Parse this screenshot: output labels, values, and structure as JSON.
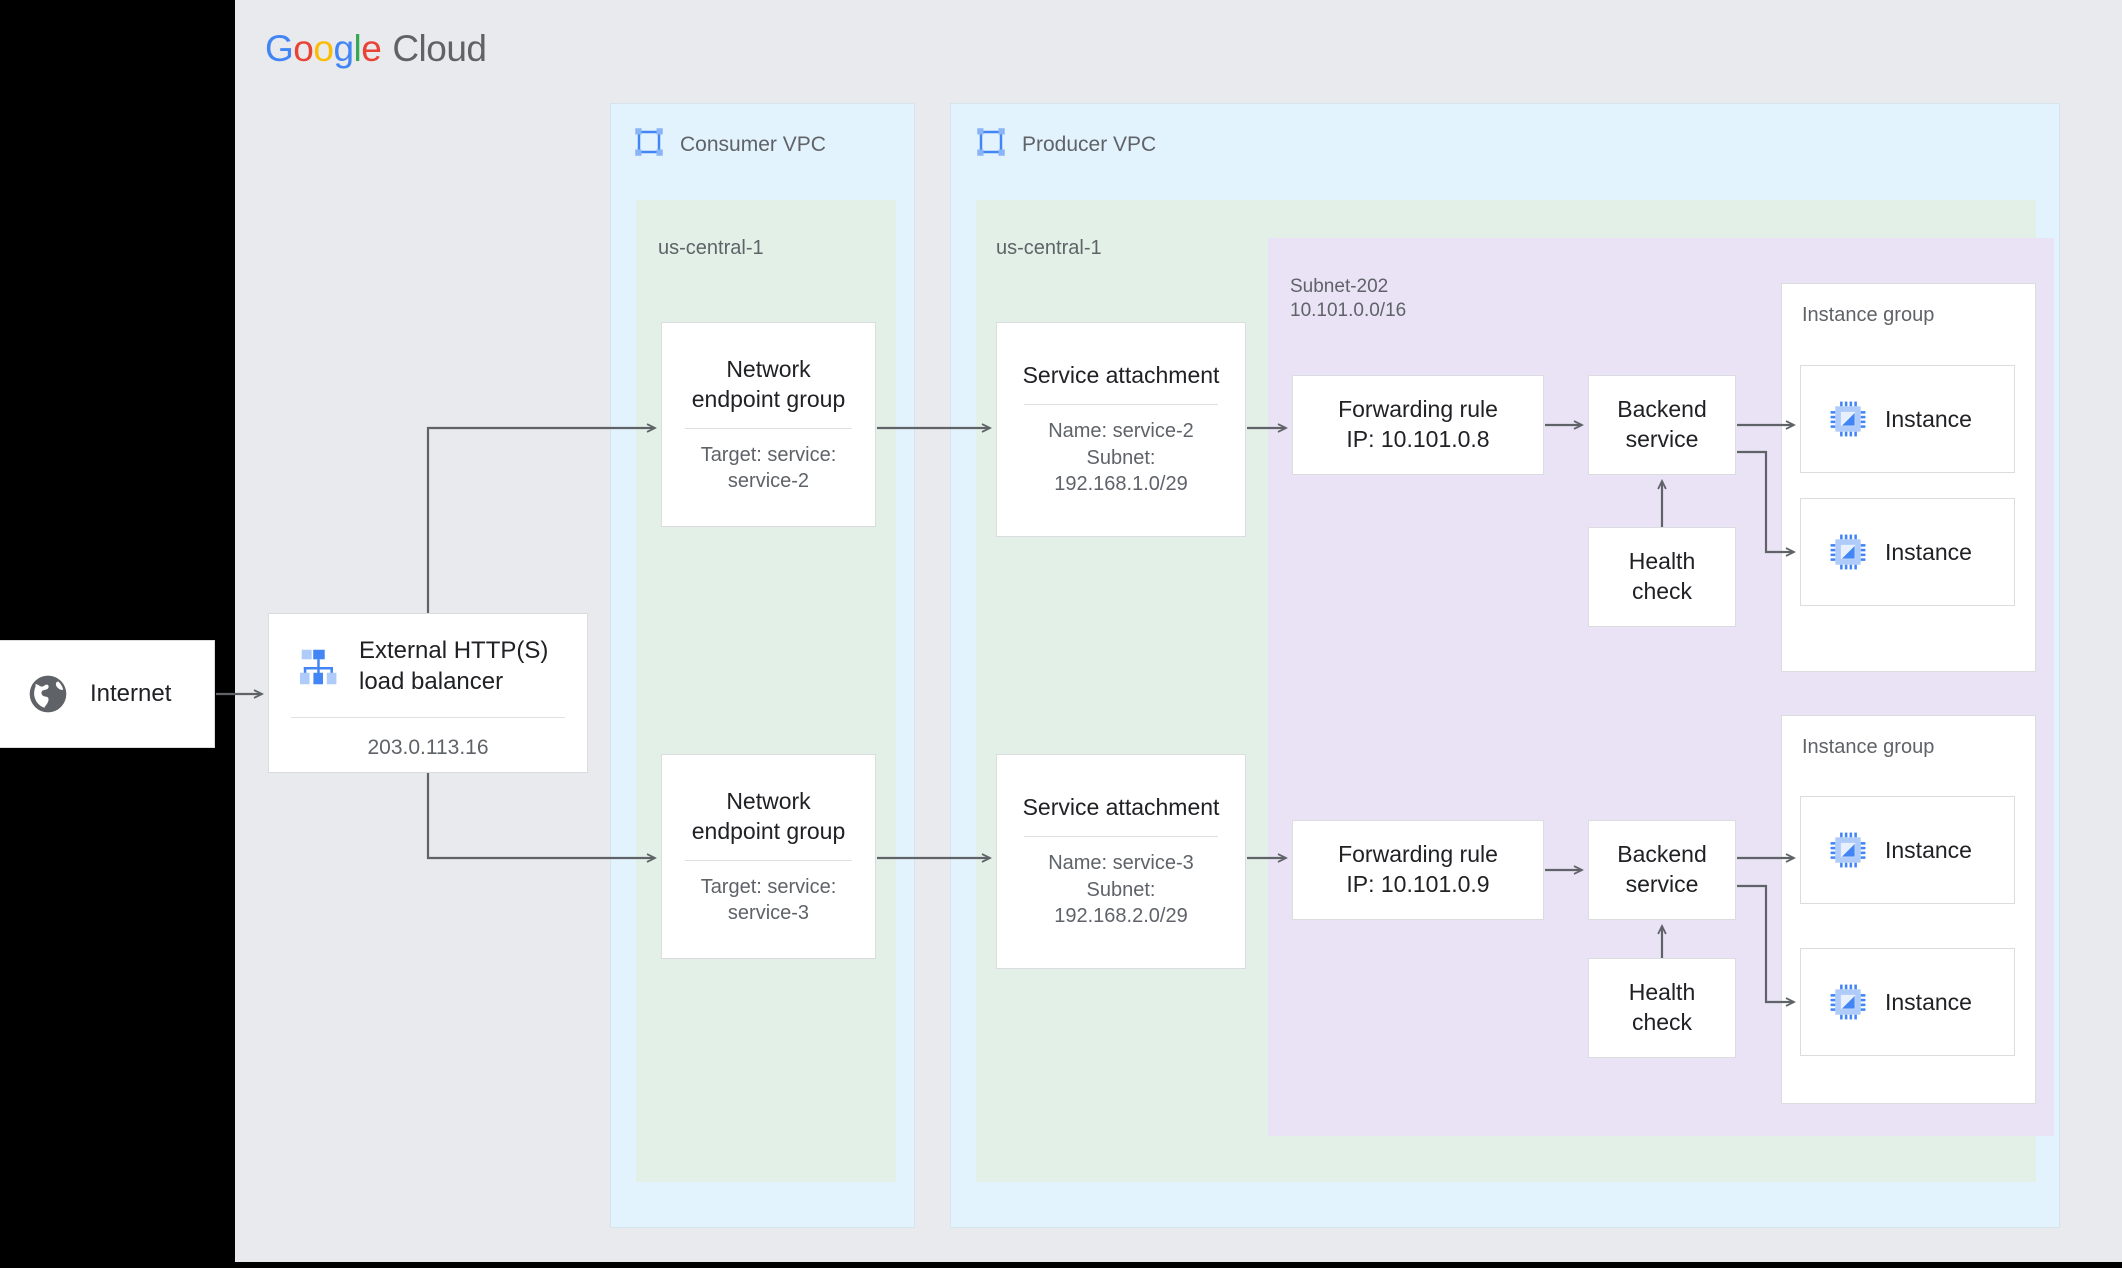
{
  "brand": {
    "logo_text_google": "Google",
    "logo_text_cloud": "Cloud",
    "letters": [
      "G",
      "o",
      "o",
      "g",
      "l",
      "e"
    ],
    "colors": {
      "blue": "#4285F4",
      "red": "#EA4335",
      "yellow": "#FBBC05",
      "green": "#34A853",
      "gray_text": "#5F6368",
      "canvas": "#e8eaed",
      "vpc_fill": "#e3f3fd",
      "region_fill": "#e3f0e7",
      "subnet_fill": "#eae3f6",
      "card_border": "#dadce0",
      "edge": "#5f6368"
    }
  },
  "internet": {
    "label": "Internet",
    "icon": "globe-icon"
  },
  "load_balancer": {
    "title": "External HTTP(S)\nload balancer",
    "ip": "203.0.113.16",
    "icon": "load-balancer-icon"
  },
  "consumer_vpc": {
    "title": "Consumer VPC",
    "icon": "vpc-icon",
    "region": "us-central-1",
    "negs": [
      {
        "title": "Network\nendpoint group",
        "subtitle": "Target: service:\nservice-2"
      },
      {
        "title": "Network\nendpoint group",
        "subtitle": "Target: service:\nservice-3"
      }
    ]
  },
  "producer_vpc": {
    "title": "Producer VPC",
    "icon": "vpc-icon",
    "region": "us-central-1",
    "subnet": {
      "name": "Subnet-202",
      "cidr": "10.101.0.0/16"
    },
    "service_attachments": [
      {
        "title": "Service attachment",
        "subtitle": "Name: service-2\nSubnet:\n192.168.1.0/29"
      },
      {
        "title": "Service attachment",
        "subtitle": "Name: service-3\nSubnet:\n192.168.2.0/29"
      }
    ],
    "rows": [
      {
        "forwarding_rule": "Forwarding rule\nIP: 10.101.0.8",
        "backend_service": "Backend\nservice",
        "health_check": "Health\ncheck",
        "instance_group": {
          "title": "Instance group",
          "instances": [
            {
              "label": "Instance",
              "icon": "instance-icon"
            },
            {
              "label": "Instance",
              "icon": "instance-icon"
            }
          ]
        }
      },
      {
        "forwarding_rule": "Forwarding rule\nIP: 10.101.0.9",
        "backend_service": "Backend\nservice",
        "health_check": "Health\ncheck",
        "instance_group": {
          "title": "Instance group",
          "instances": [
            {
              "label": "Instance",
              "icon": "instance-icon"
            },
            {
              "label": "Instance",
              "icon": "instance-icon"
            }
          ]
        }
      }
    ]
  }
}
